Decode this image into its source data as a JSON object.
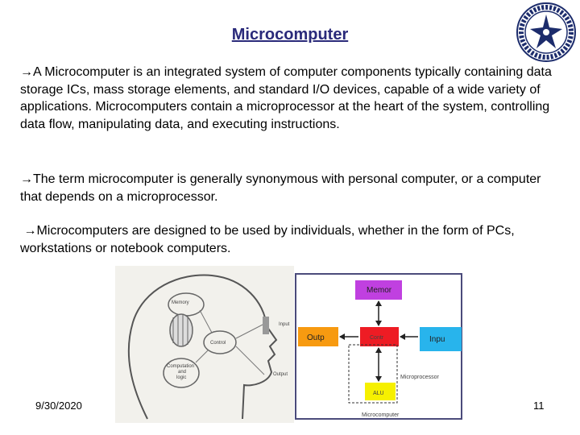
{
  "slide": {
    "title": "Microcomputer",
    "arrow": "→",
    "paragraphs": [
      "A Microcomputer is an integrated system of computer components typically containing data storage ICs, mass storage elements, and standard I/O devices, capable of a wide variety of applications. Microcomputers contain a microprocessor at the heart of the system, controlling  data flow, manipulating data, and executing instructions.",
      "The term microcomputer is generally  synonymous with personal computer, or a computer that  depends on a microprocessor.",
      "Microcomputers are designed to be used by individuals,  whether in the form of PCs, workstations or notebook  computers."
    ],
    "footer_date": "9/30/2020",
    "page_number": "11"
  },
  "head_figure": {
    "memory": "Memory",
    "control": "Control",
    "computation": "Computation",
    "and": "and",
    "logic": "logic",
    "input": "Input",
    "output": "Output"
  },
  "block_diagram": {
    "memory": "Memor",
    "output": "Outp",
    "control": "Contr",
    "input": "Inpu",
    "alu": "ALU",
    "microprocessor": "Microprocessor",
    "microcomputer": "Microcomputer",
    "colors": {
      "memory": "#c040e0",
      "output": "#f79a10",
      "control": "#ee1c24",
      "input": "#28b4ec",
      "alu": "#f6f000",
      "frame": "#4b4b7b"
    }
  }
}
